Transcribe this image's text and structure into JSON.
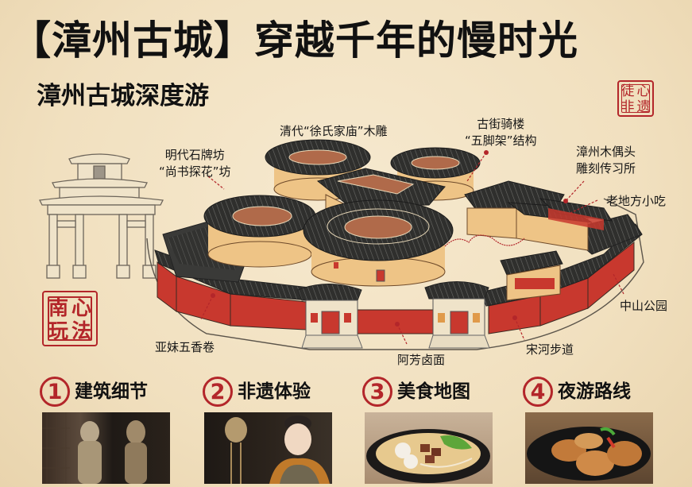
{
  "header": {
    "title": "【漳州古城】穿越千年的慢时光",
    "subtitle": "漳州古城深度游"
  },
  "seals": {
    "top_right": [
      "徒",
      "心",
      "非",
      "遗"
    ],
    "middle_left": [
      "南",
      "心",
      "玩",
      "法"
    ]
  },
  "map": {
    "labels": [
      {
        "id": "qing-carving",
        "lines": [
          "清代“徐氏家庙”木雕"
        ]
      },
      {
        "id": "qilou",
        "lines": [
          "古街骑楼",
          "“五脚架”结构"
        ]
      },
      {
        "id": "ming-archway",
        "lines": [
          "明代石牌坊",
          "“尚书探花”坊"
        ]
      },
      {
        "id": "puppet-carving",
        "lines": [
          "漳州木偶头",
          "雕刻传习所"
        ]
      },
      {
        "id": "old-snacks",
        "lines": [
          "老地方小吃"
        ]
      },
      {
        "id": "zhongshan-park",
        "lines": [
          "中山公园"
        ]
      },
      {
        "id": "yamei-rolls",
        "lines": [
          "亚妹五香卷"
        ]
      },
      {
        "id": "afang-noodles",
        "lines": [
          "阿芳卤面"
        ]
      },
      {
        "id": "songhe-walk",
        "lines": [
          "宋河步道"
        ]
      }
    ]
  },
  "sections": [
    {
      "number": "1",
      "label": "建筑细节",
      "photo": "wood-carved-figures"
    },
    {
      "number": "2",
      "label": "非遗体验",
      "photo": "puppet-heads"
    },
    {
      "number": "3",
      "label": "美食地图",
      "photo": "braised-noodle-claypot"
    },
    {
      "number": "4",
      "label": "夜游路线",
      "photo": "fried-shrimp-platter"
    }
  ],
  "colors": {
    "background": "#f3e4c6",
    "accent_red": "#b3262a",
    "wall_red": "#c8382e",
    "roof_dark": "#2b2b2a",
    "building_tan": "#eec486"
  }
}
